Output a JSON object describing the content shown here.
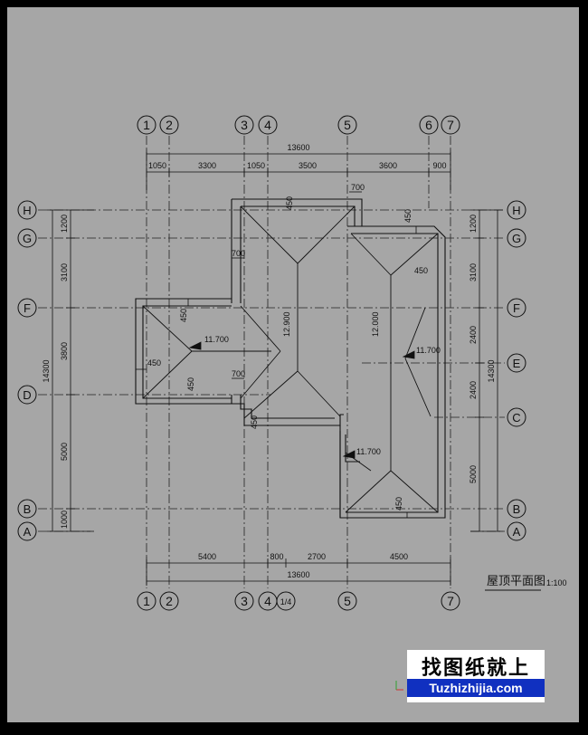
{
  "drawing": {
    "title": "屋顶平面图",
    "scale": "1:100"
  },
  "axes_top": [
    "1",
    "2",
    "3",
    "4",
    "5",
    "6",
    "7"
  ],
  "axes_bottom": [
    "1",
    "2",
    "3",
    "4",
    "1/4",
    "5",
    "7"
  ],
  "axes_left": [
    "H",
    "G",
    "F",
    "D",
    "B",
    "A"
  ],
  "axes_right": [
    "H",
    "G",
    "F",
    "E",
    "C",
    "B",
    "A"
  ],
  "dims_top_total": "13600",
  "dims_top": [
    "1050",
    "3300",
    "1050",
    "3500",
    "3600",
    "900"
  ],
  "dims_bottom": [
    "5400",
    "800",
    "2700",
    "4500"
  ],
  "dims_bottom_total": "13600",
  "dims_left": [
    "1200",
    "3100",
    "3800",
    "5000",
    "1000"
  ],
  "dims_left_total": "14300",
  "dims_right": [
    "1200",
    "3100",
    "2400",
    "2400",
    "5000"
  ],
  "dims_right_total": "14300",
  "roof_labels": {
    "overhang_700": "700",
    "overhang_450": "450",
    "ridge_12900": "12.900",
    "ridge_12000": "12.000",
    "eave_11700": "11.700"
  },
  "watermark": {
    "text_cn": "找图纸就上",
    "url": "Tuzhizhijia.com"
  }
}
